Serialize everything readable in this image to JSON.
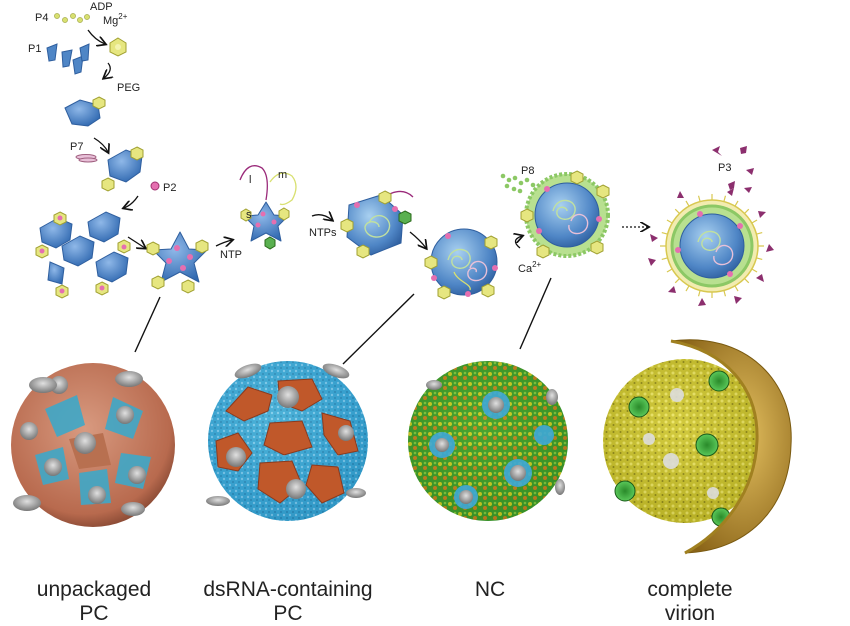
{
  "labels": {
    "p4": "P4",
    "adp": "ADP",
    "mg": "Mg",
    "mg_charge": "2+",
    "p1": "P1",
    "peg": "PEG",
    "p7": "P7",
    "p2": "P2",
    "l": "l",
    "m": "m",
    "s": "s",
    "ntp": "NTP",
    "ntps": "NTPs",
    "p8": "P8",
    "ca": "Ca",
    "ca_charge": "2+",
    "p3": "P3"
  },
  "captions": [
    {
      "line1": "unpackaged",
      "line2": "PC"
    },
    {
      "line1": "dsRNA-containing",
      "line2": "PC"
    },
    {
      "line1": "NC",
      "line2": ""
    },
    {
      "line1": "complete",
      "line2": "virion"
    }
  ],
  "colors": {
    "p1_blue": "#4f86c6",
    "p4_yellow": "#e6e680",
    "p2_pink": "#e56fb0",
    "p8_green": "#8cc865",
    "p3_purple": "#8c2f6e",
    "pc_copper": "#c67a5c",
    "pc_cyan": "#2fa8d0",
    "nc_mosaic": "#3a9a2a",
    "virion_yellow": "#c9c12a",
    "shell_gold": "#c79a2c"
  }
}
